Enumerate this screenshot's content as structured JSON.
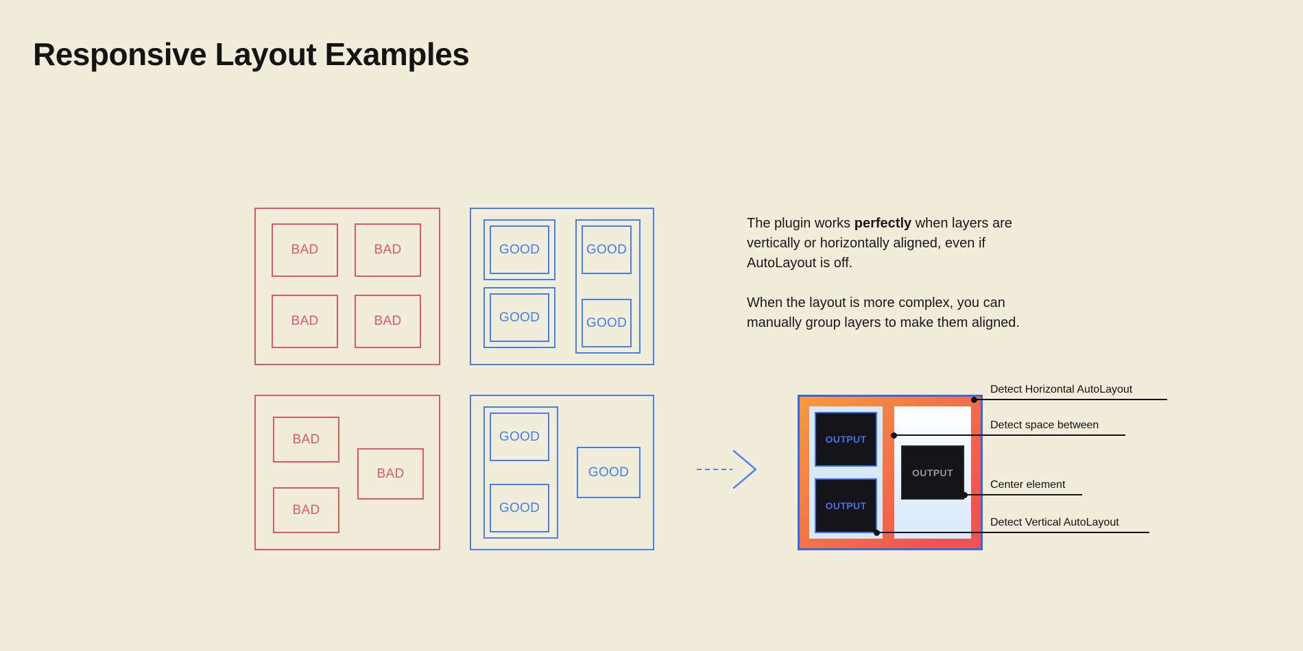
{
  "title": "Responsive Layout Examples",
  "labels": {
    "bad": "BAD",
    "good": "GOOD",
    "output": "OUTPUT"
  },
  "paragraphs": {
    "p1_pre": "The plugin works ",
    "p1_bold": "perfectly",
    "p1_post": " when layers are vertically or horizontally aligned, even if AutoLayout is off.",
    "p2": "When the layout is more complex, you can manually group layers to make them aligned."
  },
  "annotations": [
    {
      "label": "Detect Horizontal AutoLayout"
    },
    {
      "label": "Detect space between"
    },
    {
      "label": "Center element"
    },
    {
      "label": "Detect Vertical AutoLayout"
    }
  ],
  "colors": {
    "background": "#f2ecdb",
    "bad": "#e15862",
    "good": "#4280f0",
    "annotation": "#101010",
    "output_frame_gradient_start": "#f59b3d",
    "output_frame_gradient_end": "#ef5350",
    "output_frame_border": "#3569e8",
    "panel_blue": "#d8e8fb",
    "output_box_background": "#141418"
  }
}
